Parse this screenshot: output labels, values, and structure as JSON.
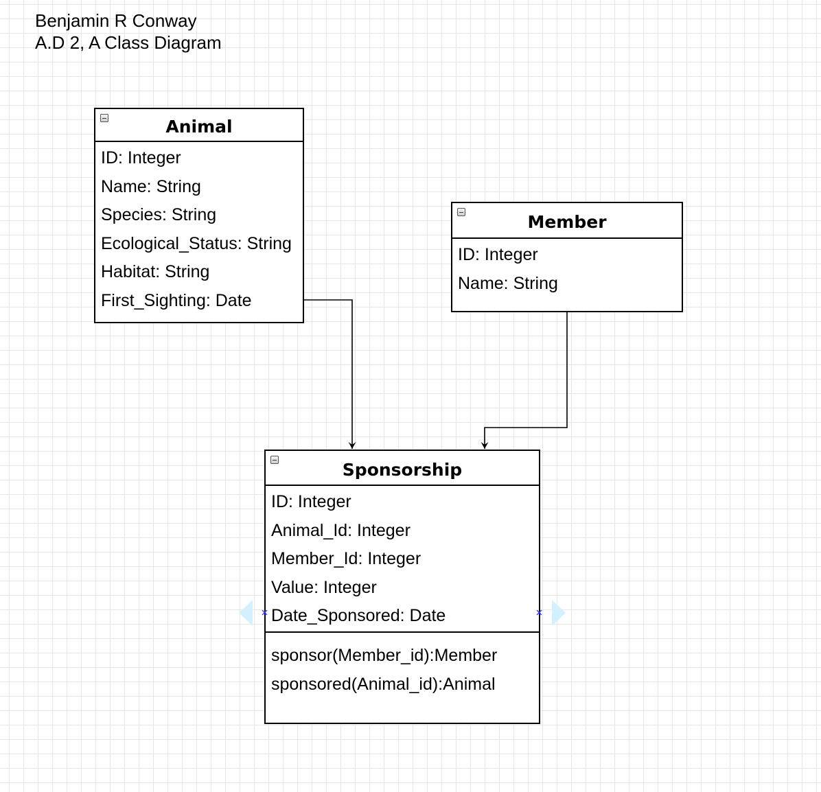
{
  "header": {
    "author": "Benjamin R Conway",
    "subtitle": "A.D 2, A Class Diagram"
  },
  "classes": {
    "animal": {
      "name": "Animal",
      "attributes": [
        "ID: Integer",
        "Name: String",
        "Species: String",
        "Ecological_Status: String",
        "Habitat: String",
        "First_Sighting: Date"
      ]
    },
    "member": {
      "name": "Member",
      "attributes": [
        "ID: Integer",
        "Name: String"
      ]
    },
    "sponsorship": {
      "name": "Sponsorship",
      "attributes": [
        "ID: Integer",
        "Animal_Id: Integer",
        "Member_Id: Integer",
        "Value: Integer",
        "Date_Sponsored: Date"
      ],
      "methods": [
        "sponsor(Member_id):Member",
        "sponsored(Animal_id):Animal"
      ]
    }
  },
  "connectors": [
    {
      "from": "Animal",
      "to": "Sponsorship"
    },
    {
      "from": "Member",
      "to": "Sponsorship"
    }
  ],
  "colors": {
    "grid": "#e6e6e6",
    "line": "#000000",
    "selection_handle": "#d4f0ff",
    "selection_marker": "#3a3aff"
  },
  "icons": [
    "collapse-icon",
    "arrow-left-handle-icon",
    "arrow-right-handle-icon"
  ]
}
